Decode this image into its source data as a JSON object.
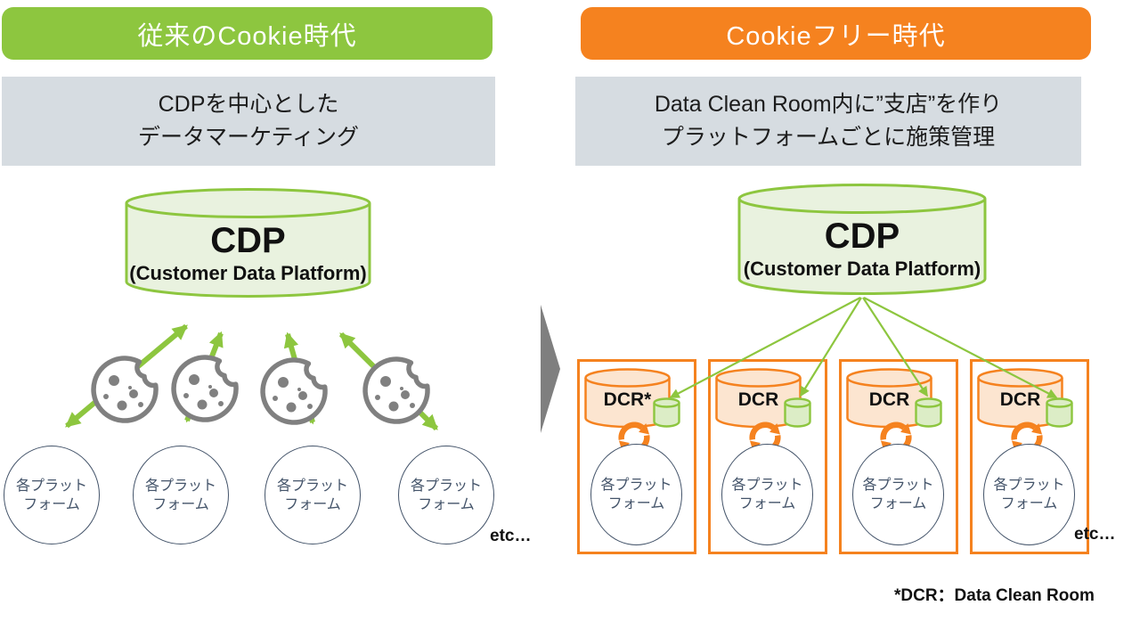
{
  "left_panel": {
    "header": "従来のCookie時代",
    "description_line1": "CDPを中心とした",
    "description_line2": "データマーケティング",
    "cdp_title": "CDP",
    "cdp_subtitle": "(Customer Data Platform)",
    "etc_label": "etc…"
  },
  "right_panel": {
    "header": "Cookieフリー時代",
    "description_line1": "Data Clean Room内に”支店”を作り",
    "description_line2": "プラットフォームごとに施策管理",
    "cdp_title": "CDP",
    "cdp_subtitle": "(Customer Data Platform)",
    "boxes": [
      {
        "dcr_label": "DCR*"
      },
      {
        "dcr_label": "DCR"
      },
      {
        "dcr_label": "DCR"
      },
      {
        "dcr_label": "DCR"
      }
    ],
    "etc_label": "etc…",
    "footnote": "*DCR：Data Clean Room"
  },
  "platform_label": {
    "line1": "各プラット",
    "line2": "フォーム"
  },
  "icons": {
    "cookie": "cookie-icon",
    "sync": "sync-arrows-icon",
    "transition": "transition-arrow-icon",
    "bidirectional_arrow": "bidirectional-arrow",
    "distribution_arrow": "distribution-arrow"
  },
  "colors": {
    "green": "#8dc63f",
    "green_cyl_fill": "#e9f2df",
    "mini_cyl_fill": "#dcedc6",
    "orange": "#f5821f",
    "orange_cyl_fill": "#fce5d0",
    "gray_box": "#d6dce1",
    "navy": "#44546a",
    "transition_gray": "#7f7f7f",
    "cookie_gray": "#808080"
  }
}
